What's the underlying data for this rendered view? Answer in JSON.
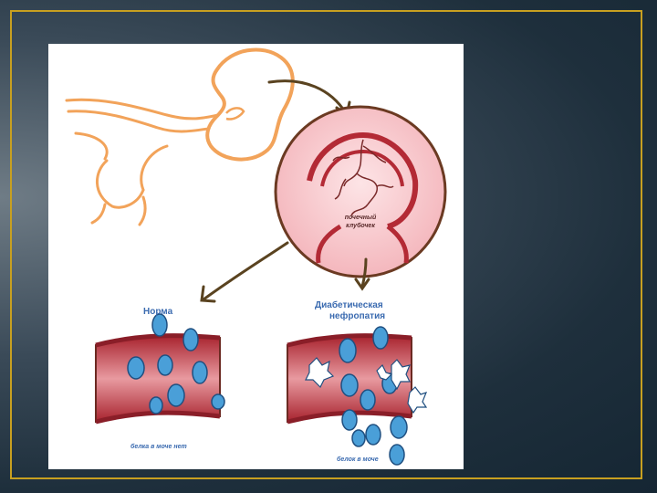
{
  "labels": {
    "glomerulus_line1": "почечный",
    "glomerulus_line2": "клубочек",
    "normal": "Норма",
    "diabetic_line1": "Диабетическая",
    "diabetic_line2": "нефропатия",
    "normal_caption": "белка в моче нет",
    "diabetic_caption": "белок в моче"
  },
  "colors": {
    "frame": "#c8a020",
    "kidney": "#f2a35a",
    "vessel": "#b32a35",
    "protein": "#4a9fd8",
    "arrow": "#5a4320"
  }
}
